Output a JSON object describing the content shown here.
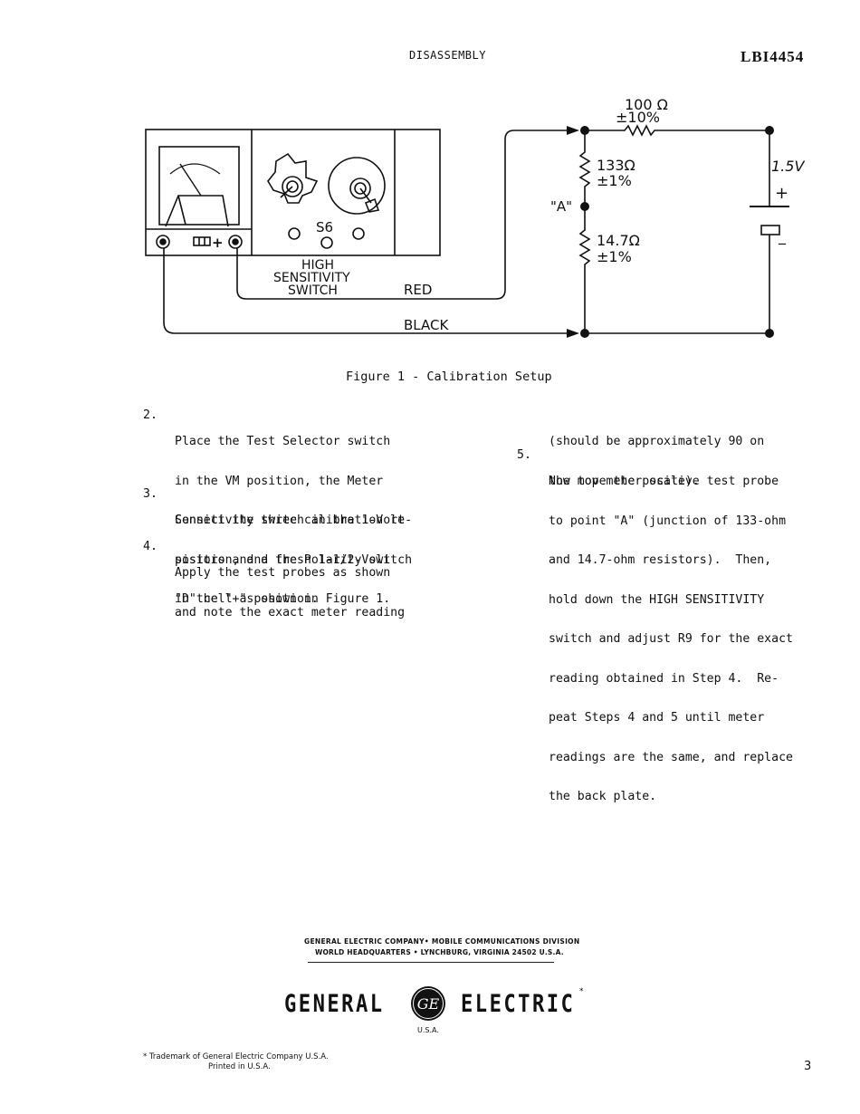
{
  "header": {
    "section": "DISASSEMBLY",
    "doc_number": "LBI4454"
  },
  "figure": {
    "caption": "Figure 1 - Calibration Setup",
    "labels": {
      "r_top_value": "100 Ω",
      "r_top_tol": "±10%",
      "r_mid_value": "133Ω",
      "r_mid_tol": "±1%",
      "r_bot_value": "14.7Ω",
      "r_bot_tol": "±1%",
      "point_a": "\"A\"",
      "battery_voltage": "1.5V",
      "battery_plus": "+",
      "battery_minus": "_",
      "switch_s6": "S6",
      "hs_line1": "HIGH",
      "hs_line2": "SENSITIVITY",
      "hs_line3": "SWITCH",
      "meter_plus": "+",
      "meter_polarity_symbol": "◫",
      "lead_red": "RED",
      "lead_black": "BLACK"
    }
  },
  "steps_left": [
    {
      "num": "2.",
      "lines": [
        "Place the Test Selector switch",
        "in the VM position, the Meter",
        "Sensitivity switch in the 1-Volt",
        "position, and the Polarity switch",
        "in the \"+\" position."
      ]
    },
    {
      "num": "3.",
      "lines": [
        "Connect the three calibration re-",
        "sistors and a fresh 1-1/2-Volt",
        "\"D\" cell as shown in Figure 1."
      ]
    },
    {
      "num": "4.",
      "lines": [
        "Apply the test probes as shown",
        "and note the exact meter reading"
      ]
    }
  ],
  "steps_right": [
    {
      "num": "",
      "lines": [
        "(should be approximately 90 on",
        "the top meter scale)."
      ]
    },
    {
      "num": "5.",
      "lines": [
        "Now move the positive test probe",
        "to point \"A\" (junction of 133-ohm",
        "and 14.7-ohm resistors).  Then,",
        "hold down the HIGH SENSITIVITY",
        "switch and adjust R9 for the exact",
        "reading obtained in Step 4.  Re-",
        "peat Steps 4 and 5 until meter",
        "readings are the same, and replace",
        "the back plate."
      ]
    }
  ],
  "footer": {
    "company": "GENERAL ELECTRIC COMPANY• MOBILE COMMUNICATIONS DIVISION",
    "hq": "WORLD HEADQUARTERS • LYNCHBURG, VIRGINIA  24502  U.S.A.",
    "brand_left": "GENERAL",
    "brand_right": "ELECTRIC",
    "brand_mark": "*",
    "brand_logo_text": "GE",
    "country": "U.S.A.",
    "trademark_note": "* Trademark of General Electric Company U.S.A.",
    "printed": "Printed in U.S.A.",
    "page_number": "3"
  }
}
